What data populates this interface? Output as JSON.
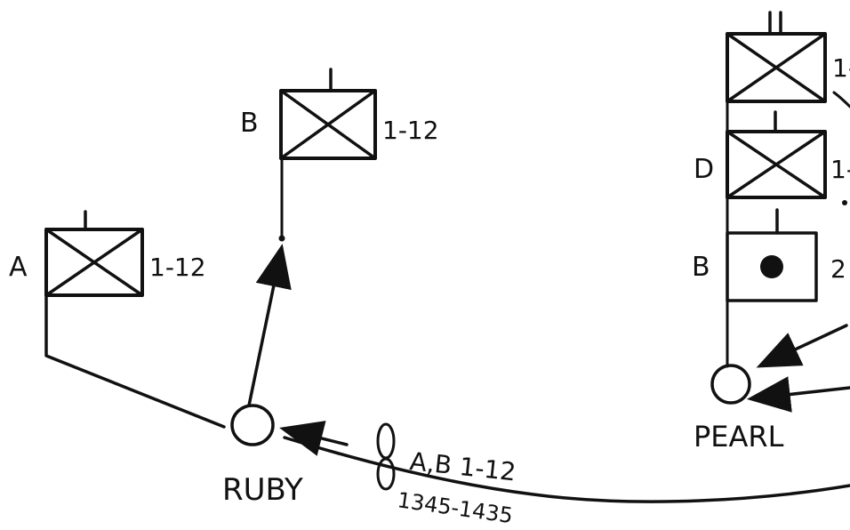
{
  "units": {
    "left_a": {
      "letter": "A",
      "designation": "1-12"
    },
    "left_b": {
      "letter": "B",
      "designation": "1-12"
    },
    "right_top": {
      "designation": "1-"
    },
    "right_d": {
      "letter": "D",
      "designation": "1-"
    },
    "right_b": {
      "letter": "B",
      "designation": "2"
    }
  },
  "locations": {
    "ruby": "RUBY",
    "pearl": "PEARL"
  },
  "movement": {
    "units": "A,B 1-12",
    "time": "1345-1435"
  }
}
